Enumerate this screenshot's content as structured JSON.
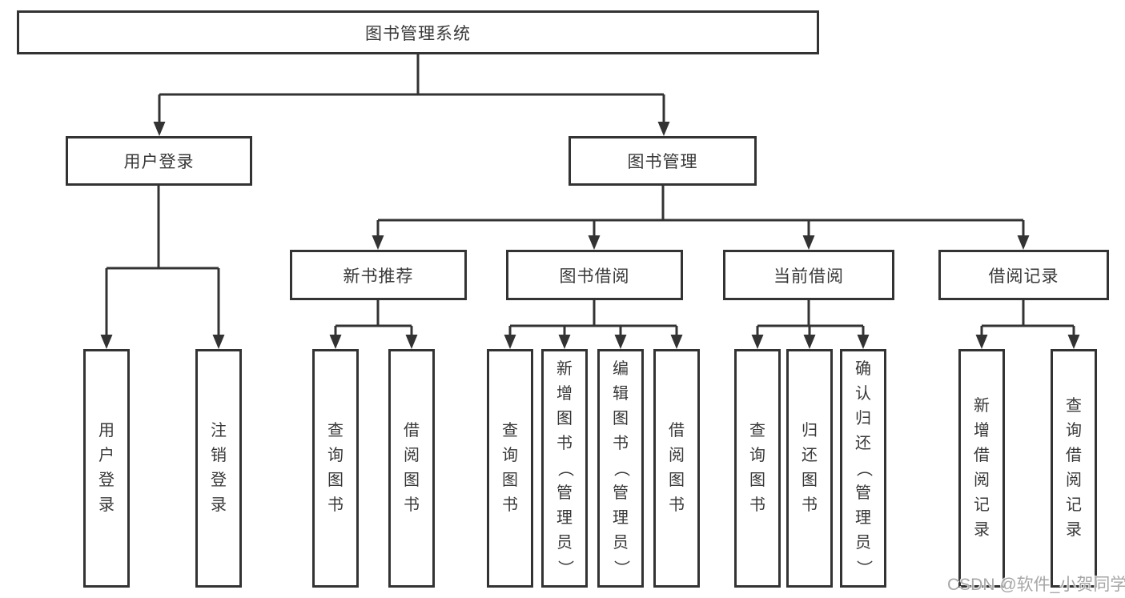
{
  "nodes": {
    "root": {
      "label": "图书管理系统"
    },
    "level2": [
      {
        "id": "user-login",
        "label": "用户登录"
      },
      {
        "id": "book-management",
        "label": "图书管理"
      }
    ],
    "level3": [
      {
        "id": "new-book-recommend",
        "label": "新书推荐"
      },
      {
        "id": "book-borrow",
        "label": "图书借阅"
      },
      {
        "id": "current-borrow",
        "label": "当前借阅"
      },
      {
        "id": "borrow-record",
        "label": "借阅记录"
      }
    ],
    "leaves": [
      {
        "label": "用户登录"
      },
      {
        "label": "注销登录"
      },
      {
        "label": "查询图书"
      },
      {
        "label": "借阅图书"
      },
      {
        "label": "查询图书"
      },
      {
        "label": "新增图书（管理员）"
      },
      {
        "label": "编辑图书（管理员）"
      },
      {
        "label": "借阅图书"
      },
      {
        "label": "查询图书"
      },
      {
        "label": "归还图书"
      },
      {
        "label": "确认归还（管理员）"
      },
      {
        "label": "新增借阅记录"
      },
      {
        "label": "查询借阅记录"
      }
    ]
  },
  "watermark": {
    "text": "CSDN @软件_小贺同学"
  },
  "colors": {
    "line": "#333333",
    "text": "#383838",
    "background": "#ffffff",
    "watermark": "#a6a6a6"
  }
}
